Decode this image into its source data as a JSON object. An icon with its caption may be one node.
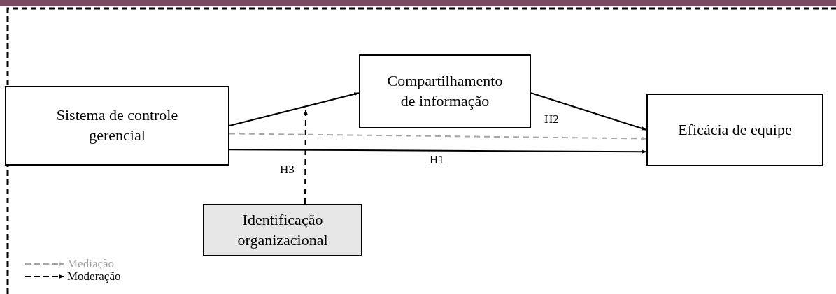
{
  "diagram": {
    "nodes": [
      {
        "text": [
          "Sistema de controle gerencial"
        ]
      },
      {
        "text": [
          "Compartilhamento de informação"
        ]
      },
      {
        "text": [
          "Eficácia de equipe"
        ]
      },
      {
        "text": [
          "Identificação organizacional"
        ]
      }
    ],
    "edges": [
      {
        "from": 0,
        "to": 1,
        "arrow": "to"
      },
      {
        "from": 1,
        "to": 2,
        "arrow": "to"
      },
      {
        "from": 0,
        "to": 2,
        "arrow": "to",
        "label": "H2",
        "style": "dashed",
        "color": "#a6a6a6"
      },
      {
        "from": 0,
        "to": 2,
        "arrow": "to",
        "label": "H1"
      },
      {
        "from": 3,
        "to": null,
        "arrow": "to",
        "label": "H3",
        "style": "dashed"
      }
    ],
    "legend": [
      {
        "text": "Mediação"
      },
      {
        "text": "Moderação"
      }
    ]
  }
}
